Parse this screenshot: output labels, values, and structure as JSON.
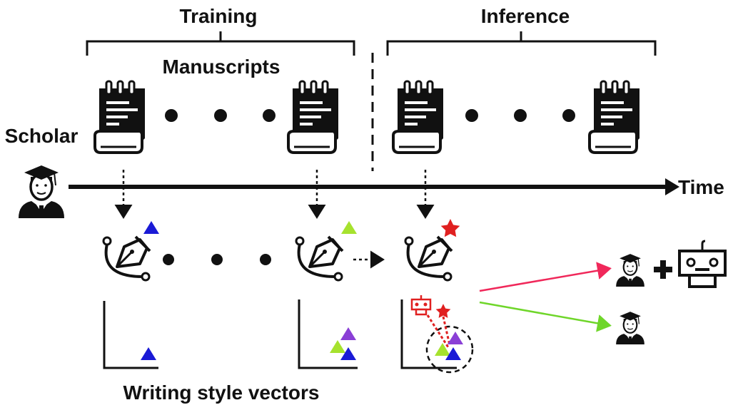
{
  "labels": {
    "training": "Training",
    "inference": "Inference",
    "manuscripts": "Manuscripts",
    "scholar": "Scholar",
    "time": "Time",
    "writing_style_vectors": "Writing style vectors"
  },
  "icons": {
    "manuscript": "manuscript-icon",
    "scholar": "scholar-icon",
    "pen_nib": "pen-nib-icon",
    "robot": "robot-icon",
    "star": "star-icon",
    "triangle": "triangle-icon",
    "plus": "plus-icon"
  },
  "colors": {
    "blue": "#1a1ad6",
    "yellow_green": "#a6e22e",
    "purple": "#8a3fd6",
    "red": "#e02020",
    "pink_arrow": "#f0285a",
    "green_arrow": "#6fd62a",
    "ink": "#111111"
  }
}
